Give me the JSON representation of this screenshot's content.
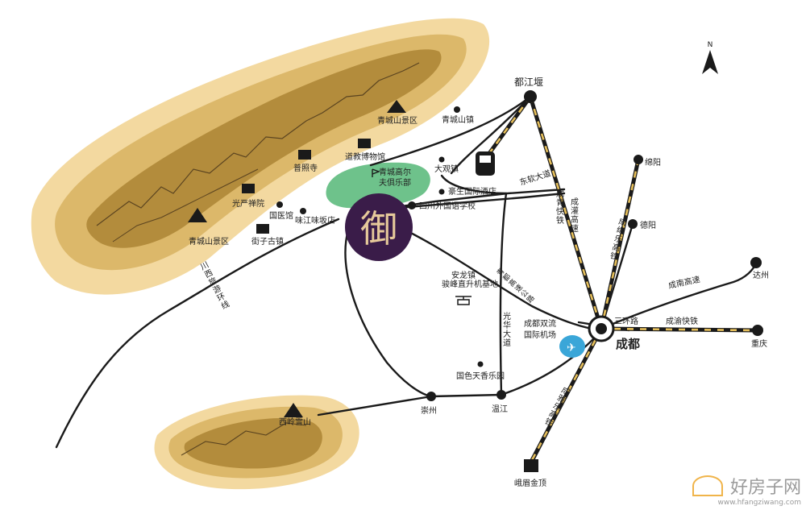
{
  "brand_glyph": "御",
  "compass": {
    "letter": "N"
  },
  "mountains": {
    "qingcheng_upper": "青城山景区",
    "qingcheng_lower": "青城山景区",
    "xiling": "西岭雪山"
  },
  "towns": {
    "dujiangyan": "都江堰",
    "chengdu": "成都",
    "qingcheng_town": "青城山镇",
    "daguan": "大观镇",
    "mianyang": "绵阳",
    "deyang": "德阳",
    "dazhou": "达州",
    "chongqing": "重庆",
    "chongzhou": "崇州",
    "wenjiang": "温江",
    "emei": "峨眉金顶"
  },
  "pois": {
    "golf": "青城高尔\n夫俱乐部",
    "taoist_museum": "道教博物馆",
    "puzhao": "普照寺",
    "guangyan": "光严禅院",
    "guoyiguan": "国医馆",
    "weijiang": "味江味坂店",
    "jiezi": "街子古镇",
    "hotel": "豪生国际酒店",
    "school": "四川外国语学校",
    "anlong": "安龙镇\n骏峰直升机基地",
    "guose": "国色天香乐园",
    "airport": "成都双流\n国际机场"
  },
  "routes": {
    "chuanxi": "川\n西\n旅\n游\n环\n线",
    "dongruan": "东软大道",
    "chengqing_rail": "成\n青\n快\n铁",
    "chengguan_hwy": "成\n灌\n高\n速",
    "chengmian_rail": "成\n绵\n乐\n高\n铁",
    "ring3": "三环路",
    "chengnan_hwy": "成南高速",
    "chengyu_rail": "成渝快铁",
    "chengya_hwy": "成\n雅\n乐\n高\n铁",
    "guangming": "光\n华\n大\n道",
    "qingdu": "青\n都\n高\n速\n公\n路"
  },
  "watermark": {
    "text": "好房子网",
    "url": "www.hfangziwang.com"
  },
  "colors": {
    "land_outer": "#f3d9a0",
    "land_mid": "#dcb86a",
    "land_inner": "#b38c3c",
    "golf_green": "#6ec28b",
    "brand_purple": "#3a1c49",
    "rail_dash": "#e6bf5a",
    "airport_blue": "#3aa6d8"
  }
}
